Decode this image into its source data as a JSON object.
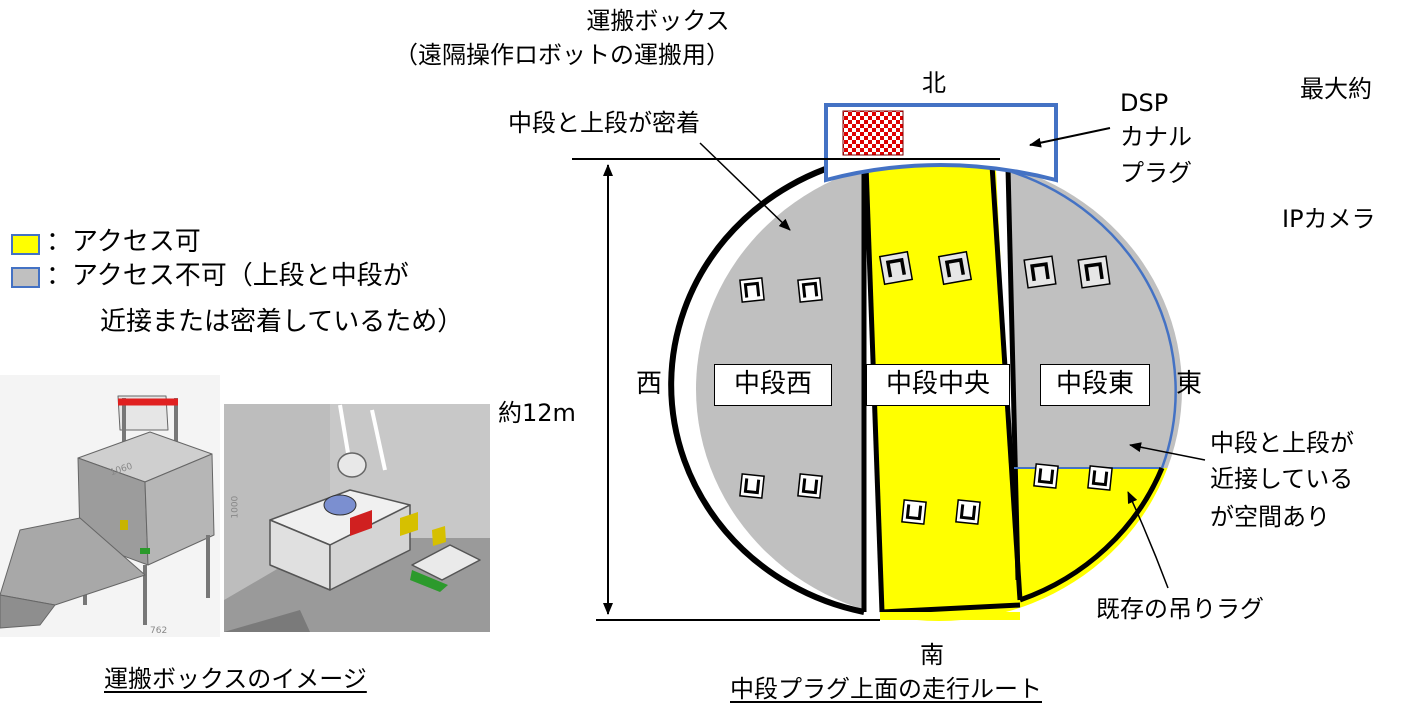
{
  "box_title": "運搬ボックス",
  "box_subtitle": "（遠隔操作ロボットの運搬用）",
  "north": "北",
  "south": "南",
  "west": "西",
  "east": "東",
  "note_top_left": "中段と上段が密着",
  "dsp": [
    "DSP",
    "カナル",
    "プラグ"
  ],
  "right_max": "最大約",
  "right_ip": "IPカメラ",
  "legend": {
    "accessible": "：アクセス可",
    "inaccessible_1": "：アクセス不可（上段と中段が",
    "inaccessible_2": "近接または密着しているため）",
    "accessible_color": "#ffff00",
    "inaccessible_color": "#c0c0c0"
  },
  "dimension": "約12m",
  "segments": [
    "中段西",
    "中段中央",
    "中段東"
  ],
  "note_right": [
    "中段と上段が",
    "近接している",
    "が空間あり"
  ],
  "lug_label": "既存の吊りラグ",
  "caption_left": "運搬ボックスのイメージ",
  "caption_right": "中段プラグ上面の走行ルート",
  "box_render_dims": [
    "1060",
    "1000",
    "762"
  ]
}
